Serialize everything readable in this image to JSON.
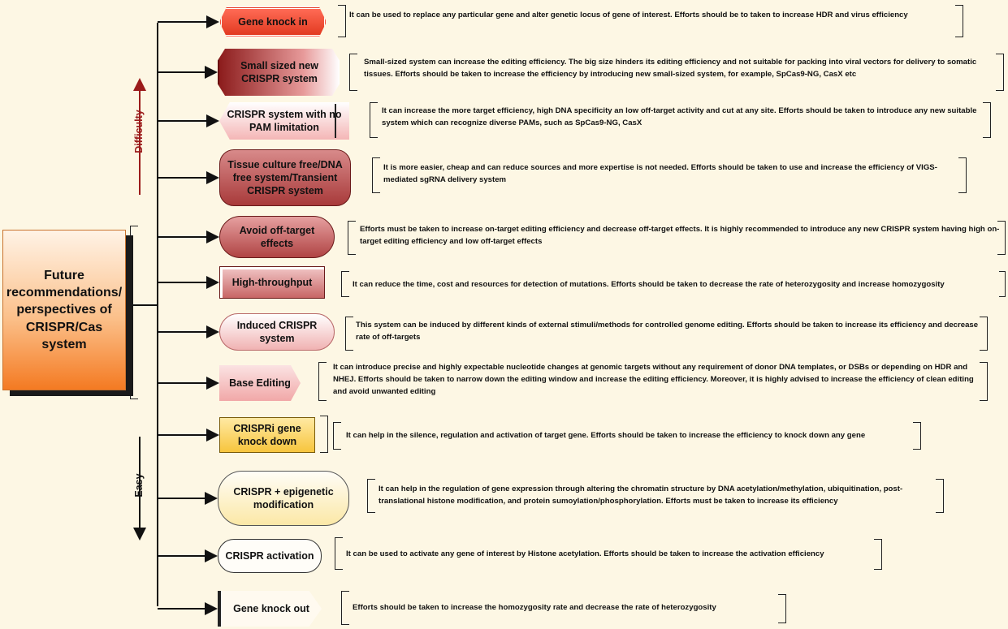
{
  "root": {
    "label": "Future recommendations/ perspectives of CRISPR/Cas system"
  },
  "axis": {
    "top_label": "Difficulty",
    "bottom_label": "Easy",
    "top_color": "#9b1b1b",
    "bottom_color": "#111111"
  },
  "nodes": [
    {
      "id": "gene-knock-in",
      "label": "Gene knock in",
      "desc": "It can be used to replace any particular gene and alter genetic locus of gene of interest. Efforts should be to taken to increase  HDR and virus efficiency"
    },
    {
      "id": "small-sized-crispr",
      "label": "Small sized new CRISPR system",
      "desc": "Small-sized system can increase the editing efficiency. The big size hinders its editing efficiency and not suitable for packing into viral vectors for delivery to somatic tissues. Efforts should be taken to increase the efficiency by introducing new small-sized system, for example, SpCas9-NG, CasX etc"
    },
    {
      "id": "no-pam-limitation",
      "label": "CRISPR system with no PAM limitation",
      "desc": "It can increase the more target efficiency, high DNA  specificity an low off-target activity and cut at any site. Efforts should be taken to introduce any new suitable system which can recognize diverse PAMs, such as SpCas9-NG, CasX"
    },
    {
      "id": "tissue-culture-free",
      "label": "Tissue culture free/DNA free system/Transient CRISPR system",
      "desc": "It is more easier, cheap and can reduce sources and more expertise is not needed. Efforts should be taken to use and increase the efficiency of VIGS-mediated sgRNA delivery system"
    },
    {
      "id": "avoid-off-target",
      "label": "Avoid off-target effects",
      "desc": "Efforts must be taken to increase on-target editing efficiency and decrease off-target effects. It is highly recommended to introduce any new   CRISPR system having high on-target editing efficiency and low off-target effects"
    },
    {
      "id": "high-throughput",
      "label": "High-throughput",
      "desc": "It can reduce the time, cost and resources for detection of mutations. Efforts should be taken to decrease the rate of  heterozygosity and increase homozygosity"
    },
    {
      "id": "induced-crispr",
      "label": "Induced CRISPR system",
      "desc": "This system can be induced by different kinds of external stimuli/methods for controlled genome editing. Efforts should be taken to increase its efficiency and decrease rate of off-targets"
    },
    {
      "id": "base-editing",
      "label": "Base Editing",
      "desc": "It can introduce precise and highly expectable nucleotide changes at genomic targets without any requirement of donor DNA templates, or DSBs or depending on HDR and NHEJ. Efforts should be taken to narrow down the editing window and increase the editing efficiency. Moreover, it is highly advised to increase the efficiency of clean editing and avoid unwanted editing"
    },
    {
      "id": "crispri-knock-down",
      "label": "CRISPRi gene knock down",
      "desc": "It can help in the silence, regulation and activation of target gene. Efforts should be taken to increase the efficiency to knock down any gene"
    },
    {
      "id": "crispr-epigenetic",
      "label": "CRISPR + epigenetic modification",
      "desc": "It can help in the regulation of gene expression through altering the chromatin structure by DNA acetylation/methylation, ubiquitination, post-translational histone modification, and protein sumoylation/phosphorylation. Efforts must be taken to increase its efficiency"
    },
    {
      "id": "crispr-activation",
      "label": "CRISPR activation",
      "desc": "It can be used to activate any gene of interest by Histone acetylation. Efforts should be taken to increase the activation efficiency"
    },
    {
      "id": "gene-knock-out",
      "label": "Gene knock out",
      "desc": "Efforts should be taken to increase the  homozygosity rate and decrease the rate of heterozygosity"
    }
  ]
}
